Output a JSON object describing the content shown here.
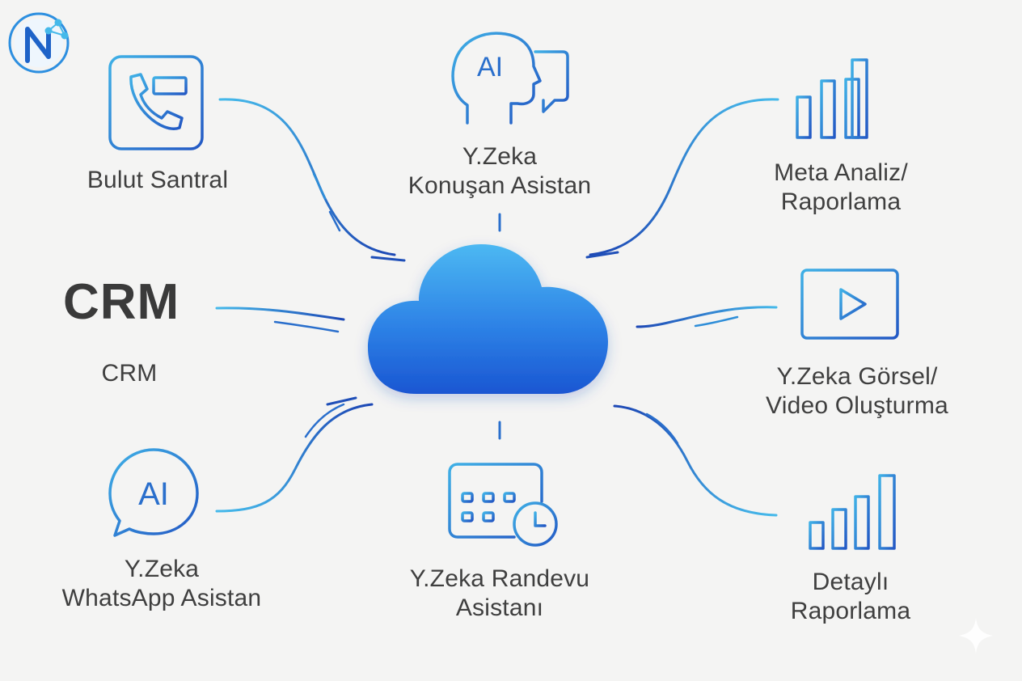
{
  "logo": {
    "letter": "N"
  },
  "center": {
    "icon": "cloud-icon"
  },
  "nodes": {
    "bulut_santral": {
      "label": [
        "Bulut Santral"
      ],
      "icon": "phone-desk-icon"
    },
    "konusan_asistan": {
      "label": [
        "Y.Zeka",
        "Konuşan Asistan"
      ],
      "icon": "ai-head-speech-icon",
      "icon_text": "AI"
    },
    "meta_analiz": {
      "label": [
        "Meta Analiz/",
        "Raporlama"
      ],
      "icon": "bar-chart-icon"
    },
    "crm": {
      "big_text": "CRM",
      "label": [
        "CRM"
      ]
    },
    "gorsel_video": {
      "label": [
        "Y.Zeka Görsel/",
        "Video Oluşturma"
      ],
      "icon": "video-play-icon"
    },
    "whatsapp_asistan": {
      "label": [
        "Y.Zeka",
        "WhatsApp Asistan"
      ],
      "icon": "ai-chat-bubble-icon",
      "icon_text": "AI"
    },
    "randevu_asistani": {
      "label": [
        "Y.Zeka Randevu",
        "Asistanı"
      ],
      "icon": "calendar-clock-icon"
    },
    "detayli_raporlama": {
      "label": [
        "Detaylı",
        "Raporlama"
      ],
      "icon": "bar-chart-icon"
    }
  },
  "colors": {
    "background": "#f4f4f3",
    "line_light": "#3fb0e6",
    "line_dark": "#1f4fb8",
    "cloud_top": "#48b4f0",
    "cloud_bottom": "#1c5fd8",
    "text": "#3f3f3f"
  }
}
